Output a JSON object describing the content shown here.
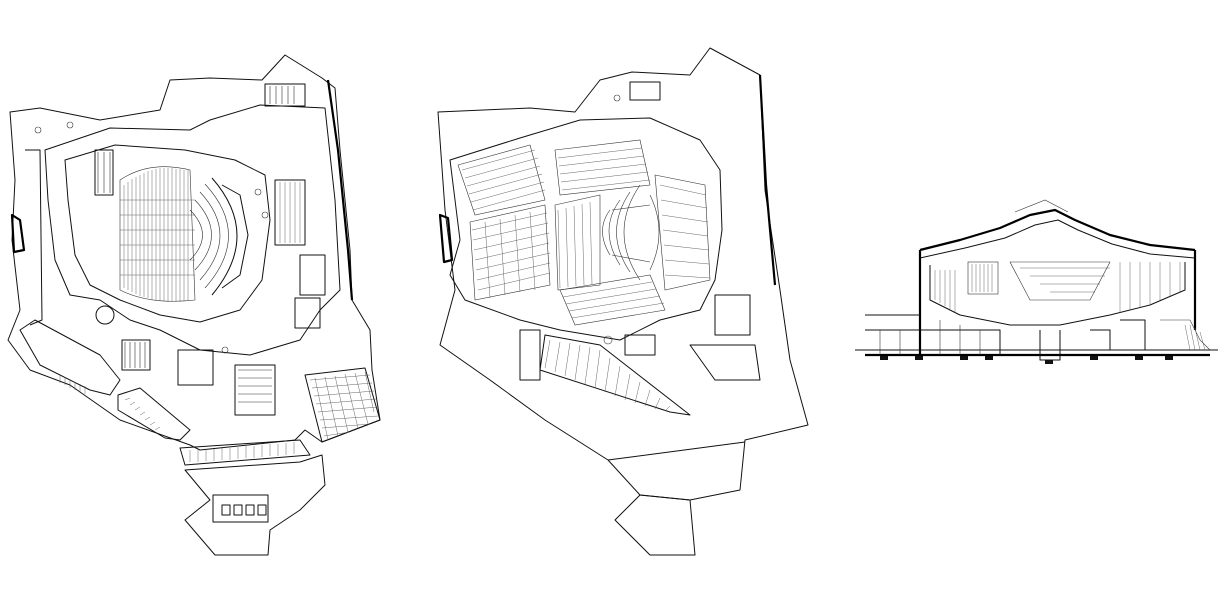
{
  "drawings": [
    {
      "id": "ground-floor-plan",
      "kind": "floor-plan"
    },
    {
      "id": "auditorium-level-plan",
      "kind": "floor-plan"
    },
    {
      "id": "longitudinal-section",
      "kind": "section"
    }
  ],
  "colors": {
    "background": "#ffffff",
    "line": "#111111",
    "hatch": "#555555"
  }
}
